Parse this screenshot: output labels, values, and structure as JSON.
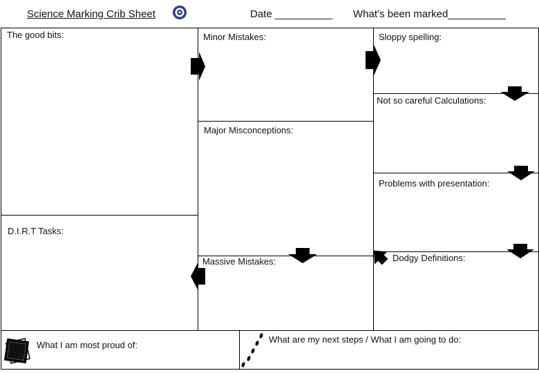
{
  "header": {
    "title": "Science Marking Crib Sheet",
    "date_label": "Date __________",
    "marked_label": "What’s been marked__________"
  },
  "sections": {
    "good_bits": "The good bits:",
    "minor_mistakes": "Minor Mistakes:",
    "sloppy_spelling": "Sloppy spelling:",
    "calculations": "Not so careful Calculations:",
    "major_misconceptions": "Major Misconceptions:",
    "presentation": "Problems with presentation:",
    "dirt_tasks": "D.I.R.T Tasks:",
    "massive_mistakes": "Massive Mistakes:",
    "dodgy_definitions": "Dodgy Definitions:",
    "proud_of": "What I am most proud of:",
    "next_steps": "What are my next steps / What I am going to do:"
  },
  "icons": {
    "logo": "school-crest-icon",
    "arrow": "arrow-icon",
    "photo": "photo-stack-icon",
    "footprints": "footprints-icon"
  },
  "colors": {
    "line": "#000000",
    "background": "#ffffff",
    "logo_blue": "#2f3f8f"
  }
}
